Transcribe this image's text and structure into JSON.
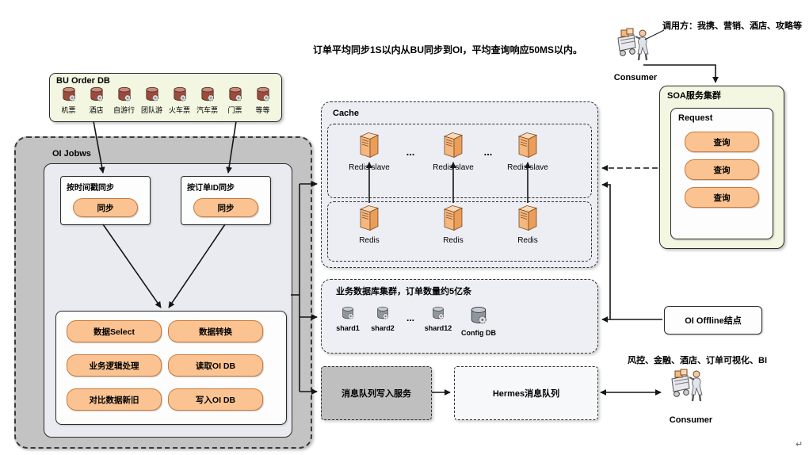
{
  "annotations": {
    "top_note": "订单平均同步1S以内从BU同步到OI，平均查询响应50MS以内。",
    "caller_note": "调用方：我携、营销、酒店、攻略等",
    "consumer_bottom_note": "风控、金融、酒店、订单可视化、BI",
    "return_mark": "↵"
  },
  "consumers": {
    "top_label": "Consumer",
    "bottom_label": "Consumer"
  },
  "bu_order_db": {
    "title": "BU Order DB",
    "items": [
      {
        "label": "机票"
      },
      {
        "label": "酒店"
      },
      {
        "label": "自游行"
      },
      {
        "label": "团队游"
      },
      {
        "label": "火车票"
      },
      {
        "label": "汽车票"
      },
      {
        "label": "门票"
      },
      {
        "label": "等等"
      }
    ]
  },
  "oi_jobs": {
    "title": "OI Jobws",
    "sync_boxes": [
      {
        "title": "按时间戳同步",
        "button": "同步"
      },
      {
        "title": "按订单ID同步",
        "button": "同步"
      }
    ],
    "process_buttons": [
      "数据Select",
      "数据转换",
      "业务逻辑处理",
      "读取OI DB",
      "对比数据新旧",
      "写入OI DB"
    ]
  },
  "cache": {
    "title": "Cache",
    "ellipsis": "...",
    "slave_nodes": [
      "Redis slave",
      "Redis slave",
      "Redis slave"
    ],
    "master_nodes": [
      "Redis",
      "Redis",
      "Redis"
    ]
  },
  "db_cluster": {
    "title": "业务数据库集群，订单数量约5亿条",
    "shards": [
      "shard1",
      "shard2",
      "...",
      "shard12",
      "Config DB"
    ]
  },
  "mq": {
    "write_service": "消息队列写入服务",
    "hermes": "Hermes消息队列"
  },
  "soa": {
    "title": "SOA服务集群",
    "request_title": "Request",
    "queries": [
      "查询",
      "查询",
      "查询"
    ]
  },
  "oi_offline": {
    "label": "OI Offline结点"
  },
  "colors": {
    "accent_orange": "#FBC392",
    "orange_border": "#C8793A",
    "panel_green": "#F3F6E0",
    "container_gray": "#C3C3C3",
    "panel_blue_gray": "#ECEEF4"
  }
}
